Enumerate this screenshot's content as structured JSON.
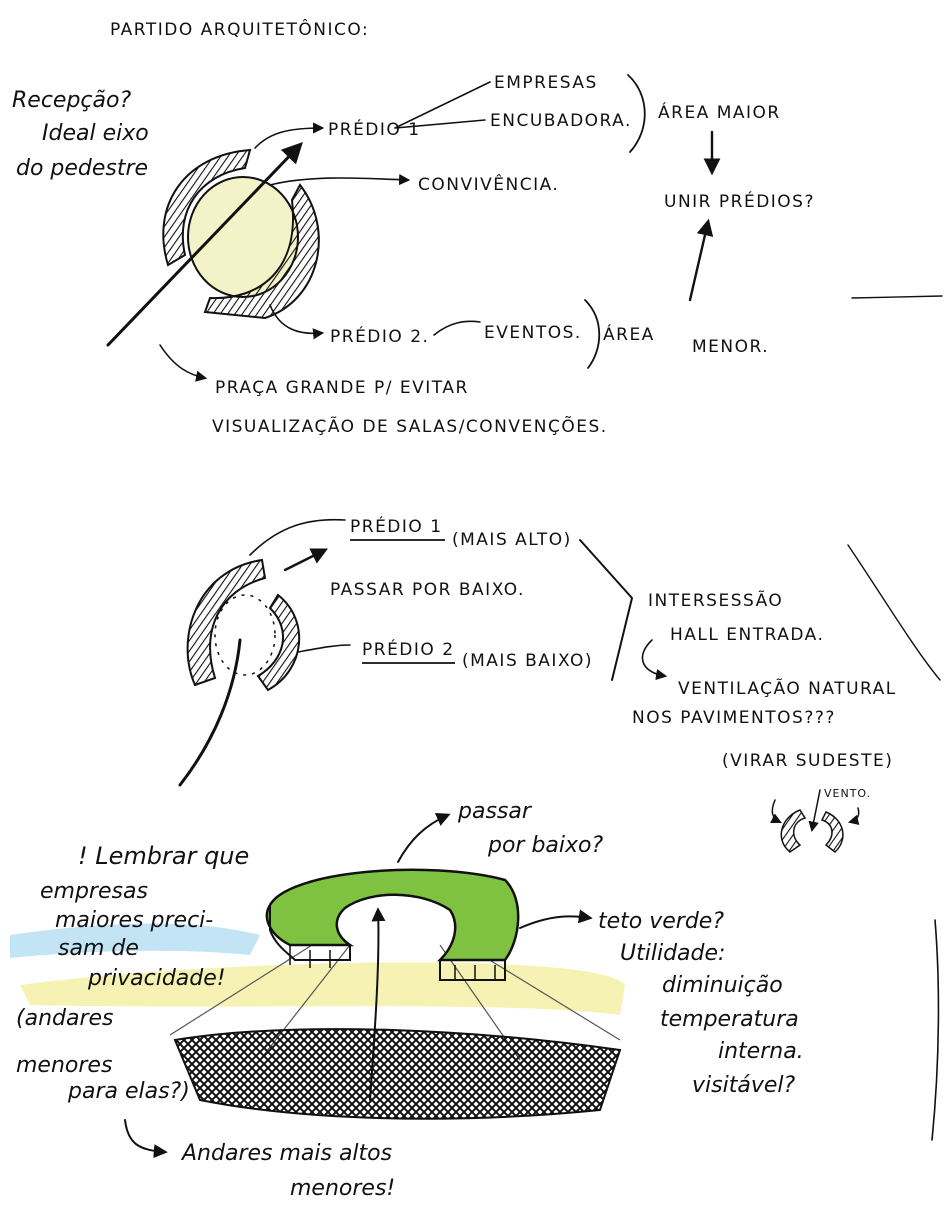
{
  "sketch1": {
    "title": "PARTIDO ARQUITETÔNICO:",
    "recepcao_1": "Recepção?",
    "recepcao_2": "Ideal eixo",
    "recepcao_3": "do pedestre",
    "predio1": "PRÉDIO 1",
    "empresas": "EMPRESAS",
    "encubadora": "ENCUBADORA.",
    "area_maior": "ÁREA MAIOR",
    "unir": "UNIR PRÉDIOS?",
    "convivencia": "CONVIVÊNCIA.",
    "predio2": "PRÉDIO 2.",
    "eventos": "EVENTOS.",
    "area_menor_1": "ÁREA",
    "area_menor_2": "MENOR.",
    "praca_1": "PRAÇA GRANDE P/ EVITAR",
    "praca_2": "VISUALIZAÇÃO DE SALAS/CONVENÇÕES."
  },
  "sketch2": {
    "predio1": "PRÉDIO 1",
    "mais_alto": "(MAIS ALTO)",
    "passar": "PASSAR POR BAIXO.",
    "predio2": "PRÉDIO 2",
    "mais_baixo": "(MAIS BAIXO)",
    "intersessao": "INTERSESSÃO",
    "hall": "HALL ENTRADA.",
    "ventilacao_1": "VENTILAÇÃO NATURAL",
    "ventilacao_2": "NOS PAVIMENTOS???",
    "virar": "(VIRAR SUDESTE)",
    "vento": "VENTO."
  },
  "sketch3": {
    "passar_1": "passar",
    "passar_2": "por baixo?",
    "lembrar_1": "! Lembrar que",
    "lembrar_2": "empresas",
    "lembrar_3": "maiores preci-",
    "lembrar_4": "sam de",
    "lembrar_5": "privacidade!",
    "andares_1": "(andares",
    "andares_2": "menores",
    "andares_3": "para elas?)",
    "teto_1": "teto verde?",
    "teto_2": "Utilidade:",
    "teto_3": "diminuição",
    "teto_4": "temperatura",
    "teto_5": "interna.",
    "teto_6": "visitável?",
    "altos_1": "Andares mais altos",
    "altos_2": "menores!"
  },
  "colors": {
    "ink": "#111111",
    "green_roof": "#7fc241",
    "sky_blue": "#a9d8ef",
    "ground_yellow": "#f3ee9a",
    "site_pale": "#f4f2c8"
  }
}
